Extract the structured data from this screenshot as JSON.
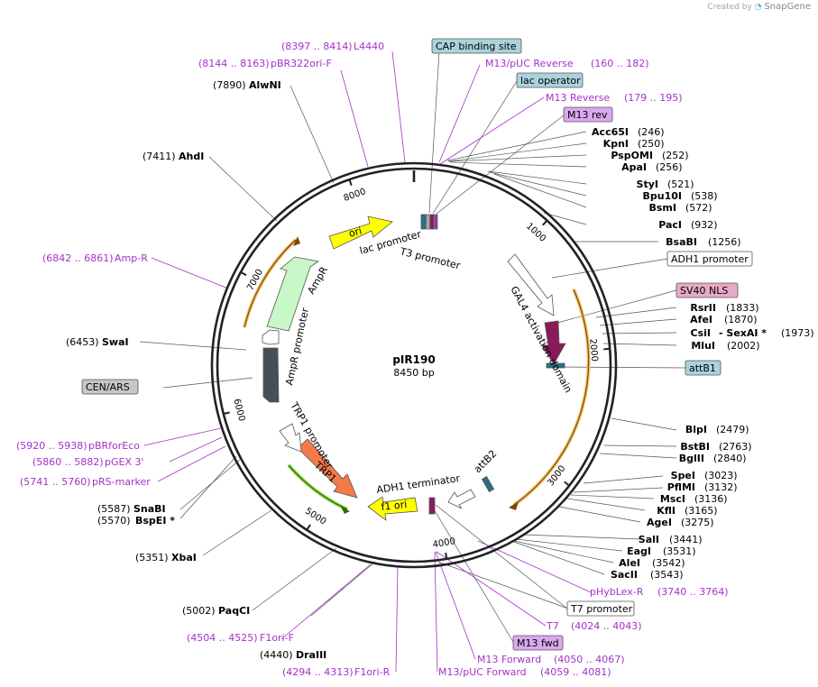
{
  "credit": {
    "prefix": "Created by",
    "brand": "SnapGene"
  },
  "plasmid": {
    "name": "pIR190",
    "size": "8450 bp",
    "length": 8450
  },
  "ticks": [
    {
      "pos": 1000,
      "label": "1000"
    },
    {
      "pos": 2000,
      "label": "2000"
    },
    {
      "pos": 3000,
      "label": "3000"
    },
    {
      "pos": 4000,
      "label": "4000"
    },
    {
      "pos": 5000,
      "label": "5000"
    },
    {
      "pos": 6000,
      "label": "6000"
    },
    {
      "pos": 7000,
      "label": "7000"
    },
    {
      "pos": 8000,
      "label": "8000"
    }
  ],
  "features": [
    {
      "id": "ori",
      "label": "ori",
      "color": "#ffff00"
    },
    {
      "id": "lac-promoter",
      "label": "lac promoter"
    },
    {
      "id": "t3-promoter",
      "label": "T3 promoter"
    },
    {
      "id": "gal4",
      "label": "GAL4 activation domain",
      "color": "#ffffff"
    },
    {
      "id": "sv40",
      "label": "SV40 NLS",
      "color": "#8b1a5b"
    },
    {
      "id": "attb1",
      "label": "attB1",
      "color": "#2a6f87"
    },
    {
      "id": "attb2",
      "label": "attB2",
      "color": "#2a6f87"
    },
    {
      "id": "adh1-term",
      "label": "ADH1 terminator"
    },
    {
      "id": "f1ori",
      "label": "f1 ori",
      "color": "#ffff00"
    },
    {
      "id": "trp1",
      "label": "TRP1",
      "color": "#f47a4a"
    },
    {
      "id": "trp1-promoter",
      "label": "TRP1 promoter",
      "color": "#ffffff"
    },
    {
      "id": "cen-ars",
      "label": "CEN/ARS",
      "color": "#454f57"
    },
    {
      "id": "ampr-promoter",
      "label": "AmpR promoter",
      "color": "#ffffff"
    },
    {
      "id": "ampr",
      "label": "AmpR",
      "color": "#c8f7c8"
    }
  ],
  "enzymes": [
    {
      "name": "Acc65I",
      "pos": "(246)"
    },
    {
      "name": "KpnI",
      "pos": "(250)"
    },
    {
      "name": "PspOMI",
      "pos": "(252)"
    },
    {
      "name": "ApaI",
      "pos": "(256)"
    },
    {
      "name": "StyI",
      "pos": "(521)"
    },
    {
      "name": "Bpu10I",
      "pos": "(538)"
    },
    {
      "name": "BsmI",
      "pos": "(572)"
    },
    {
      "name": "PacI",
      "pos": "(932)"
    },
    {
      "name": "BsaBI",
      "pos": "(1256)"
    },
    {
      "name": "RsrII",
      "pos": "(1833)"
    },
    {
      "name": "AfeI",
      "pos": "(1870)"
    },
    {
      "name": "CsiI",
      "pos": "- SexAI *",
      "pos2": "(1973)"
    },
    {
      "name": "MluI",
      "pos": "(2002)"
    },
    {
      "name": "BlpI",
      "pos": "(2479)"
    },
    {
      "name": "BstBI",
      "pos": "(2763)"
    },
    {
      "name": "BglII",
      "pos": "(2840)"
    },
    {
      "name": "SpeI",
      "pos": "(3023)"
    },
    {
      "name": "PflMI",
      "pos": "(3132)"
    },
    {
      "name": "MscI",
      "pos": "(3136)"
    },
    {
      "name": "KflI",
      "pos": "(3165)"
    },
    {
      "name": "AgeI",
      "pos": "(3275)"
    },
    {
      "name": "SalI",
      "pos": "(3441)"
    },
    {
      "name": "EagI",
      "pos": "(3531)"
    },
    {
      "name": "AleI",
      "pos": "(3542)"
    },
    {
      "name": "SacII",
      "pos": "(3543)"
    },
    {
      "name": "DraIII",
      "pos": "(4440)"
    },
    {
      "name": "PaqCI",
      "pos": "(5002)"
    },
    {
      "name": "XbaI",
      "pos": "(5351)"
    },
    {
      "name": "BspEI *",
      "pos": "(5570)"
    },
    {
      "name": "SnaBI",
      "pos": "(5587)"
    },
    {
      "name": "SwaI",
      "pos": "(6453)"
    },
    {
      "name": "AhdI",
      "pos": "(7411)"
    },
    {
      "name": "AlwNI",
      "pos": "(7890)"
    }
  ],
  "primers": [
    {
      "name": "L4440",
      "pos": "(8397 .. 8414)"
    },
    {
      "name": "pBR322ori-F",
      "pos": "(8144 .. 8163)"
    },
    {
      "name": "M13/pUC Reverse",
      "pos": "(160 .. 182)"
    },
    {
      "name": "M13 Reverse",
      "pos": "(179 .. 195)"
    },
    {
      "name": "Amp-R",
      "pos": "(6842 .. 6861)"
    },
    {
      "name": "pBRforEco",
      "pos": "(5920 .. 5938)"
    },
    {
      "name": "pGEX 3'",
      "pos": "(5860 .. 5882)"
    },
    {
      "name": "pRS-marker",
      "pos": "(5741 .. 5760)"
    },
    {
      "name": "pHybLex-R",
      "pos": "(3740 .. 3764)"
    },
    {
      "name": "T7",
      "pos": "(4024 .. 4043)"
    },
    {
      "name": "M13 Forward",
      "pos": "(4050 .. 4067)"
    },
    {
      "name": "M13/pUC Forward",
      "pos": "(4059 .. 4081)"
    },
    {
      "name": "F1ori-F",
      "pos": "(4504 .. 4525)"
    },
    {
      "name": "F1ori-R",
      "pos": "(4294 .. 4313)"
    }
  ],
  "boxed": [
    {
      "name": "CAP binding site",
      "color": "#a9d3dc"
    },
    {
      "name": "lac operator",
      "color": "#a9d3dc"
    },
    {
      "name": "M13 rev",
      "color": "#d9a8ef"
    },
    {
      "name": "ADH1 promoter",
      "color": "#ffffff"
    },
    {
      "name": "SV40 NLS",
      "color": "#e8a9c6"
    },
    {
      "name": "attB1",
      "color": "#a9d3dc"
    },
    {
      "name": "CEN/ARS",
      "color": "#c3c7ca"
    },
    {
      "name": "T7 promoter",
      "color": "#ffffff"
    },
    {
      "name": "M13 fwd",
      "color": "#d9a8ef"
    }
  ]
}
